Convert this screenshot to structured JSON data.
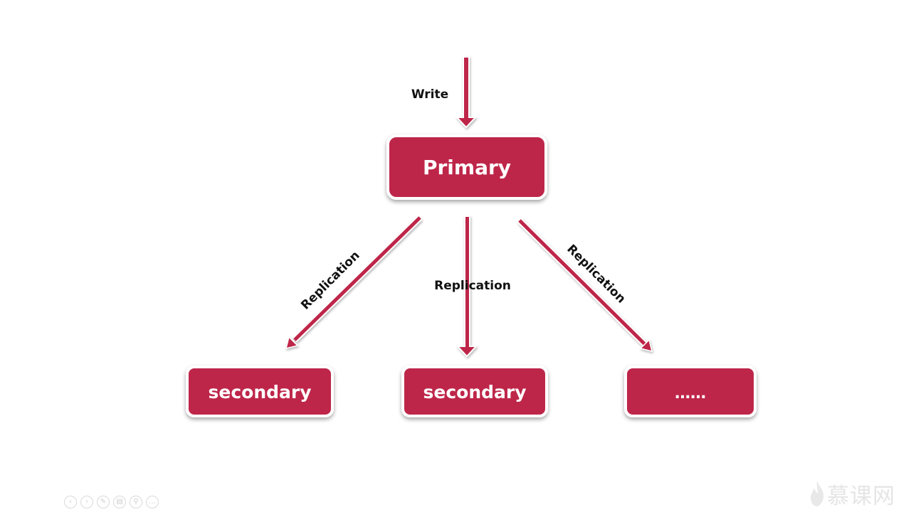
{
  "diagram": {
    "write_label": "Write",
    "primary_label": "Primary",
    "replication_left": "Replication",
    "replication_center": "Replication",
    "replication_right": "Replication",
    "secondary_1": "secondary",
    "secondary_2": "secondary",
    "more_label": "……"
  },
  "colors": {
    "accent": "#be2548",
    "label": "#111111",
    "background": "#ffffff"
  },
  "controls": [
    {
      "icon": "prev-icon",
      "glyph": "‹"
    },
    {
      "icon": "next-icon",
      "glyph": "›"
    },
    {
      "icon": "pen-icon",
      "glyph": "✎"
    },
    {
      "icon": "slides-icon",
      "glyph": "▤"
    },
    {
      "icon": "zoom-icon",
      "glyph": "⚲"
    },
    {
      "icon": "more-icon",
      "glyph": "…"
    }
  ],
  "logo": {
    "text": "慕课网",
    "icon": "flame-icon"
  }
}
